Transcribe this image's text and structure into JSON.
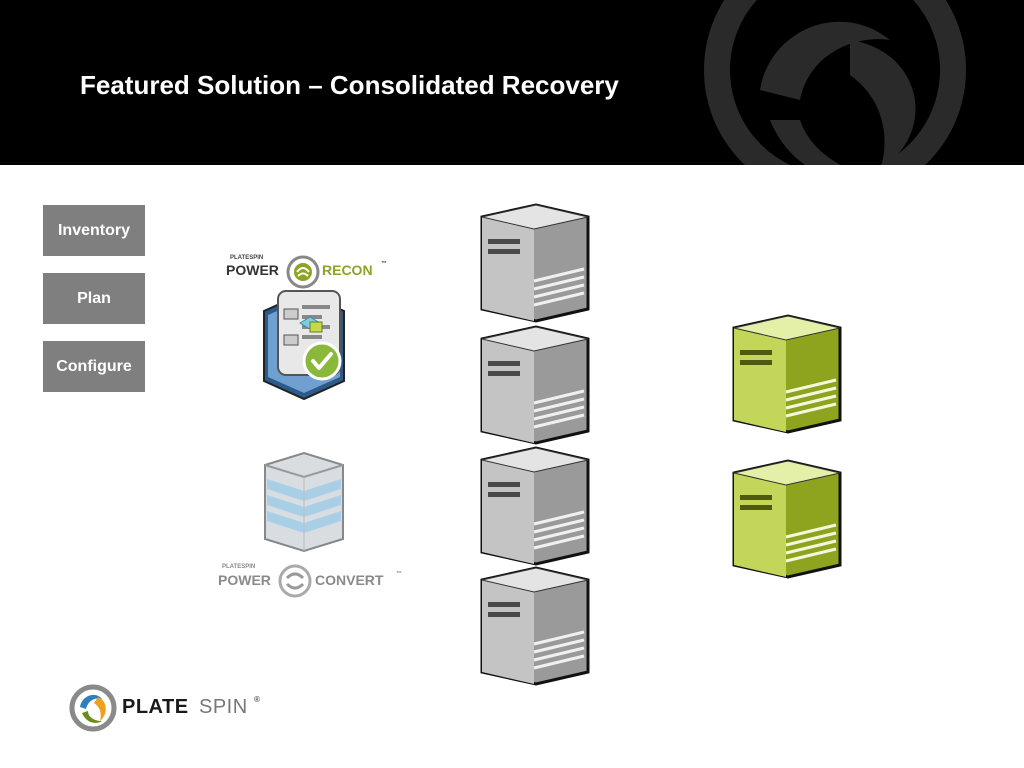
{
  "slide": {
    "title": "Featured Solution – Consolidated Recovery"
  },
  "steps": [
    {
      "label": "Inventory"
    },
    {
      "label": "Plan"
    },
    {
      "label": "Configure"
    }
  ],
  "products": {
    "recon": {
      "brand": "PLATESPIN",
      "word1": "POWER",
      "word2": "RECON",
      "tm": "™",
      "icon": "server-check-icon"
    },
    "convert": {
      "brand": "PLATESPIN",
      "word1": "POWER",
      "word2": "CONVERT",
      "tm": "™",
      "icon": "storage-stack-icon"
    }
  },
  "footer_logo": {
    "word1": "PLATE",
    "word2": "SPIN",
    "reg": "®"
  },
  "colors": {
    "header": "#000000",
    "step_button": "#7f7f7f",
    "server_gray": "#b8b8b8",
    "server_green": "#b6cc3c",
    "recon_accent": "#8aa523"
  }
}
